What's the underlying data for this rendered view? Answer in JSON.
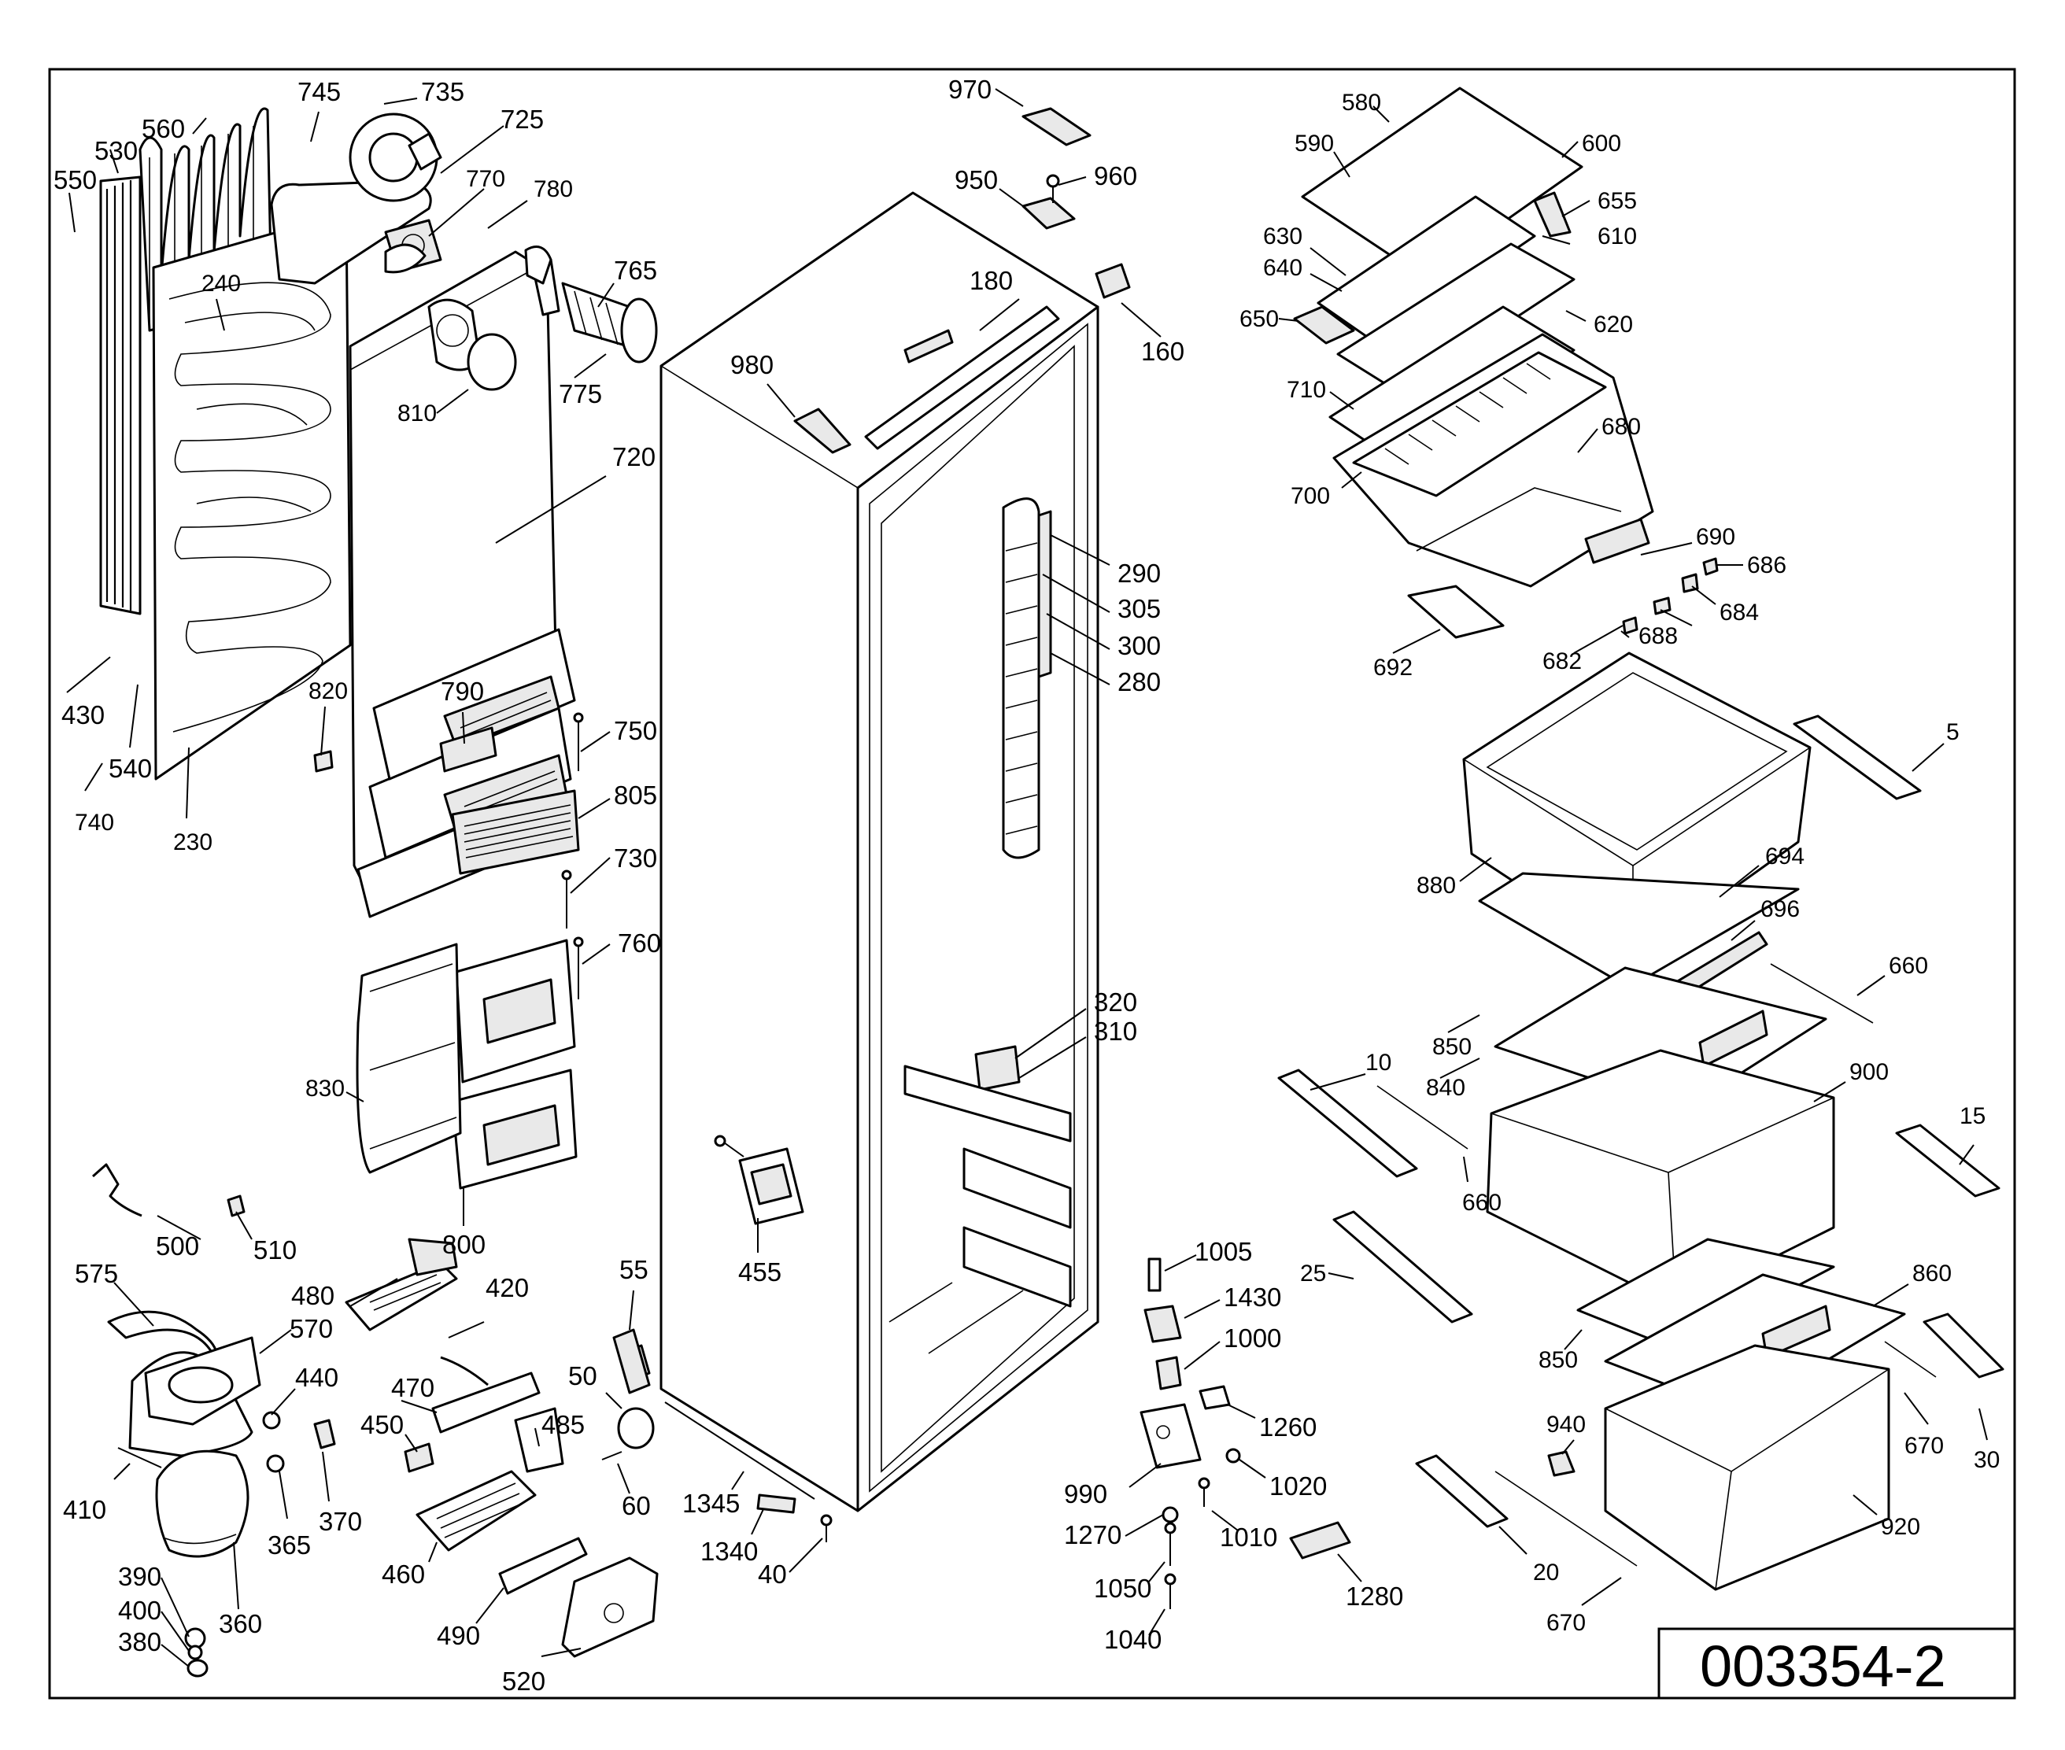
{
  "drawing_number": "003354-2",
  "labels": {
    "l970": "970",
    "l950": "950",
    "l960": "960",
    "l180": "180",
    "l160": "160",
    "l980": "980",
    "l745": "745",
    "l735": "735",
    "l725": "725",
    "l560": "560",
    "l530": "530",
    "l550": "550",
    "l770": "770",
    "l780": "780",
    "l240": "240",
    "l765": "765",
    "l775": "775",
    "l810": "810",
    "l720": "720",
    "l430": "430",
    "l540": "540",
    "l740": "740",
    "l230": "230",
    "l820": "820",
    "l790": "790",
    "l750": "750",
    "l805": "805",
    "l730": "730",
    "l760": "760",
    "l830": "830",
    "l800": "800",
    "l290": "290",
    "l305": "305",
    "l300": "300",
    "l280": "280",
    "l320": "320",
    "l310": "310",
    "l455": "455",
    "l500": "500",
    "l510": "510",
    "l575": "575",
    "l480": "480",
    "l420": "420",
    "l570": "570",
    "l440": "440",
    "l410": "410",
    "l365": "365",
    "l370": "370",
    "l360": "360",
    "l390": "390",
    "l400": "400",
    "l380": "380",
    "l470": "470",
    "l450": "450",
    "l485": "485",
    "l460": "460",
    "l490": "490",
    "l520": "520",
    "l55": "55",
    "l50": "50",
    "l60": "60",
    "l1345": "1345",
    "l1340": "1340",
    "l40": "40",
    "l1005": "1005",
    "l1430": "1430",
    "l1000": "1000",
    "l1260": "1260",
    "l990": "990",
    "l1020": "1020",
    "l1270": "1270",
    "l1010": "1010",
    "l1050": "1050",
    "l1040": "1040",
    "l1280": "1280",
    "l580": "580",
    "l590": "590",
    "l600": "600",
    "l655": "655",
    "l630": "630",
    "l610": "610",
    "l640": "640",
    "l650": "650",
    "l620": "620",
    "l710": "710",
    "l680": "680",
    "l700": "700",
    "l690": "690",
    "l686": "686",
    "l684": "684",
    "l692": "692",
    "l682": "682",
    "l688": "688",
    "l5": "5",
    "l880": "880",
    "l694": "694",
    "l696": "696",
    "l660a": "660",
    "l850a": "850",
    "l840": "840",
    "l900": "900",
    "l10": "10",
    "l660b": "660",
    "l15": "15",
    "l25": "25",
    "l860": "860",
    "l850b": "850",
    "l940": "940",
    "l670a": "670",
    "l30": "30",
    "l20": "20",
    "l920": "920",
    "l670b": "670"
  }
}
